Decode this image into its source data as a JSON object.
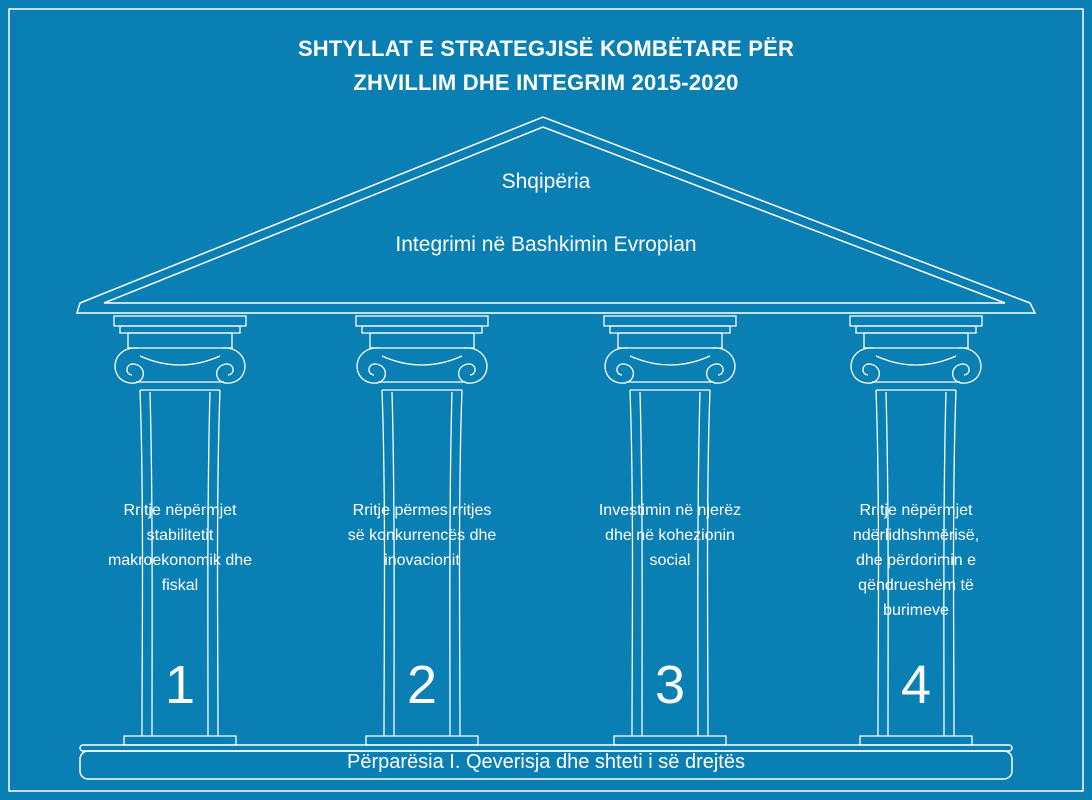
{
  "title": {
    "line1": "SHTYLLAT E STRATEGJISË KOMBËTARE PËR",
    "line2": "ZHVILLIM DHE INTEGRIM 2015-2020"
  },
  "roof": {
    "country": "Shqipëria",
    "goal": "Integrimi në Bashkimin Evropian"
  },
  "pillars": [
    {
      "number": "1",
      "text": [
        "Rritje nëpërmjet",
        "stabilitetit",
        "makroekonomik dhe",
        "fiskal"
      ]
    },
    {
      "number": "2",
      "text": [
        "Rritje përmes rritjes",
        "së konkurrencës dhe",
        "inovacionit"
      ]
    },
    {
      "number": "3",
      "text": [
        "Investimin në njerëz",
        "dhe në kohezionin",
        "social"
      ]
    },
    {
      "number": "4",
      "text": [
        "Rritje nëpërmjet",
        "ndërlidhshmërisë,",
        "dhe përdorimin e",
        "qëndrueshëm të",
        "burimeve"
      ]
    }
  ],
  "base": {
    "label": "Përparësia I. Qeverisja dhe shteti i së drejtës"
  },
  "colors": {
    "background": "#0a7fb4",
    "lines": "#ffffff"
  }
}
